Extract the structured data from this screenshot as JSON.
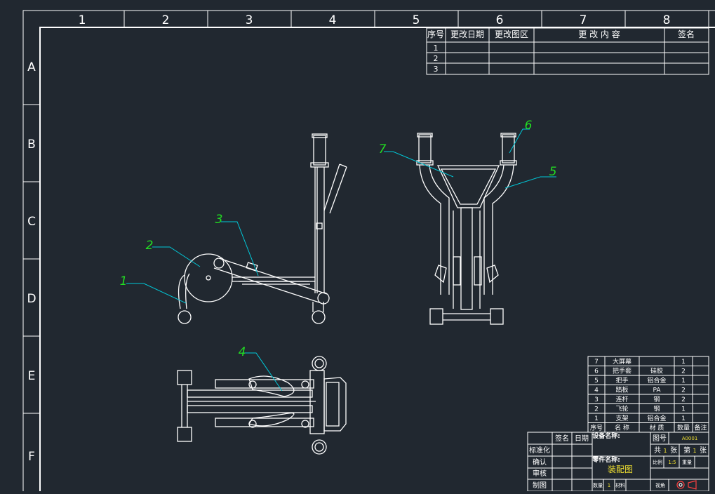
{
  "zone_columns": [
    "1",
    "2",
    "3",
    "4",
    "5",
    "6",
    "7",
    "8"
  ],
  "zone_rows": [
    "A",
    "B",
    "C",
    "D",
    "E",
    "F"
  ],
  "revision_table": {
    "headers": [
      "序号",
      "更改日期",
      "更改图区",
      "更 改 内 容",
      "签名"
    ],
    "rows": [
      "1",
      "2",
      "3"
    ]
  },
  "balloons": [
    "1",
    "2",
    "3",
    "4",
    "5",
    "6",
    "7"
  ],
  "parts_list": {
    "rows": [
      {
        "no": "7",
        "name": "大屏幕",
        "material": "",
        "qty": "1",
        "note": ""
      },
      {
        "no": "6",
        "name": "把手套",
        "material": "硅胶",
        "qty": "2",
        "note": ""
      },
      {
        "no": "5",
        "name": "把手",
        "material": "铝合金",
        "qty": "1",
        "note": ""
      },
      {
        "no": "4",
        "name": "踏板",
        "material": "PA",
        "qty": "2",
        "note": ""
      },
      {
        "no": "3",
        "name": "连杆",
        "material": "钢",
        "qty": "2",
        "note": ""
      },
      {
        "no": "2",
        "name": "飞轮",
        "material": "钢",
        "qty": "1",
        "note": ""
      },
      {
        "no": "1",
        "name": "支架",
        "material": "铝合金",
        "qty": "1",
        "note": ""
      }
    ],
    "headers": [
      "序号",
      "名 称",
      "材 质",
      "数量",
      "备注"
    ]
  },
  "title_block": {
    "sign_header": "签名",
    "date_header": "日期",
    "roles": [
      "标准化",
      "确认",
      "审核",
      "制图"
    ],
    "device_name_label": "设备名称:",
    "part_name_label": "零件名称:",
    "part_name_value": "装配图",
    "drawing_no_label": "图号",
    "drawing_no_value": "A0001",
    "total_label_1": "共",
    "total_value": "1",
    "total_label_2": "张",
    "sheet_label_1": "第",
    "sheet_value": "1",
    "sheet_label_2": "张",
    "scale_label": "比例",
    "scale_value": "1:5",
    "weight_label": "重量",
    "qty_label": "数量",
    "qty_value": "1",
    "material_label": "材料",
    "view_label": "视角"
  },
  "colors": {
    "background": "#212830",
    "line": "#ffffff",
    "leader": "#00c8d8",
    "balloon_text": "#22dd22",
    "title_yellow": "#f0e030"
  }
}
